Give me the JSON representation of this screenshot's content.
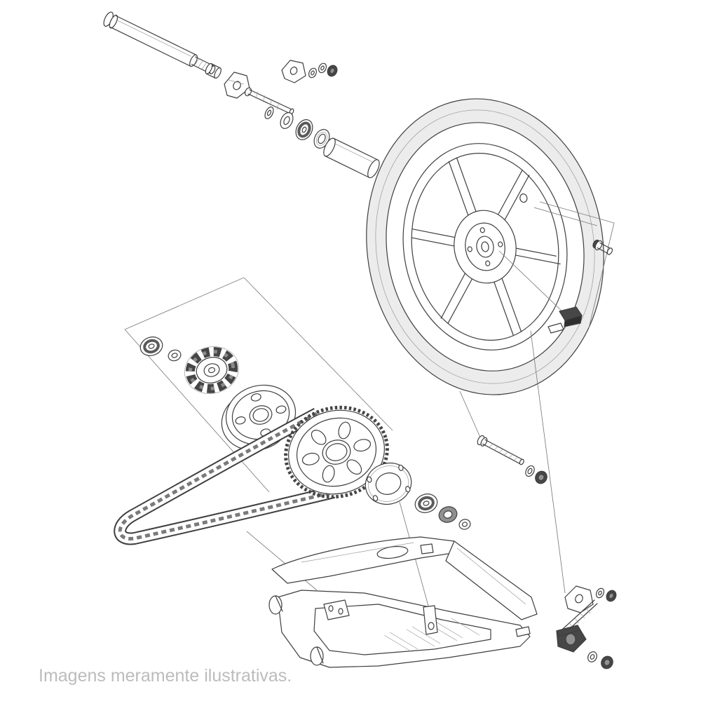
{
  "page": {
    "caption": "Imagens meramente ilustrativas."
  },
  "diagram": {
    "type": "exploded-parts-diagram",
    "subject": "motorcycle rear wheel and swingarm assembly",
    "colors": {
      "line": "#3f3f3f",
      "tire_shade": "#ececec",
      "dark_part": "#474747",
      "caption": "#bcbcbc"
    },
    "parts": [
      "rear-axle",
      "axle-collar",
      "chain-adjuster-left",
      "axle-washers-and-bearing",
      "axle-spacer-tube",
      "rear-wheel",
      "tire",
      "rim",
      "hub",
      "valve-stem",
      "damper-rubber",
      "cush-drive-bearing",
      "spacer-collar",
      "cush-drive-damper",
      "sprocket-carrier",
      "drive-chain",
      "rear-sprocket",
      "cover-plate",
      "carrier-bearing",
      "oil-seal",
      "collar",
      "carrier-stud-bolt",
      "washer",
      "flange-nut",
      "swingarm",
      "pivot-collar",
      "chain-adjuster-right",
      "adjuster-block",
      "adjuster-nut"
    ]
  }
}
